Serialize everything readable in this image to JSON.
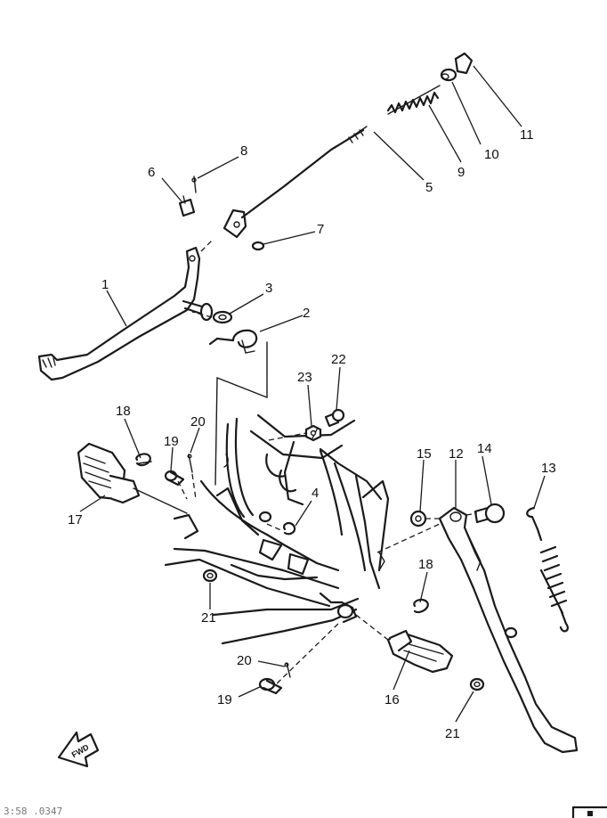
{
  "diagram": {
    "parts": [
      {
        "id": "1",
        "label": "1"
      },
      {
        "id": "2",
        "label": "2"
      },
      {
        "id": "3",
        "label": "3"
      },
      {
        "id": "4",
        "label": "4"
      },
      {
        "id": "5",
        "label": "5"
      },
      {
        "id": "6",
        "label": "6"
      },
      {
        "id": "7",
        "label": "7"
      },
      {
        "id": "8",
        "label": "8"
      },
      {
        "id": "9",
        "label": "9"
      },
      {
        "id": "10",
        "label": "10"
      },
      {
        "id": "11",
        "label": "11"
      },
      {
        "id": "12",
        "label": "12"
      },
      {
        "id": "13",
        "label": "13"
      },
      {
        "id": "14",
        "label": "14"
      },
      {
        "id": "15",
        "label": "15"
      },
      {
        "id": "16",
        "label": "16"
      },
      {
        "id": "17",
        "label": "17"
      },
      {
        "id": "18a",
        "label": "18"
      },
      {
        "id": "18b",
        "label": "18"
      },
      {
        "id": "19a",
        "label": "19"
      },
      {
        "id": "19b",
        "label": "19"
      },
      {
        "id": "20a",
        "label": "20"
      },
      {
        "id": "20b",
        "label": "20"
      },
      {
        "id": "21a",
        "label": "21"
      },
      {
        "id": "21b",
        "label": "21"
      },
      {
        "id": "22",
        "label": "22"
      },
      {
        "id": "23",
        "label": "23"
      }
    ],
    "direction_marker": "FWD",
    "footer_code": "3:58 .0347"
  }
}
